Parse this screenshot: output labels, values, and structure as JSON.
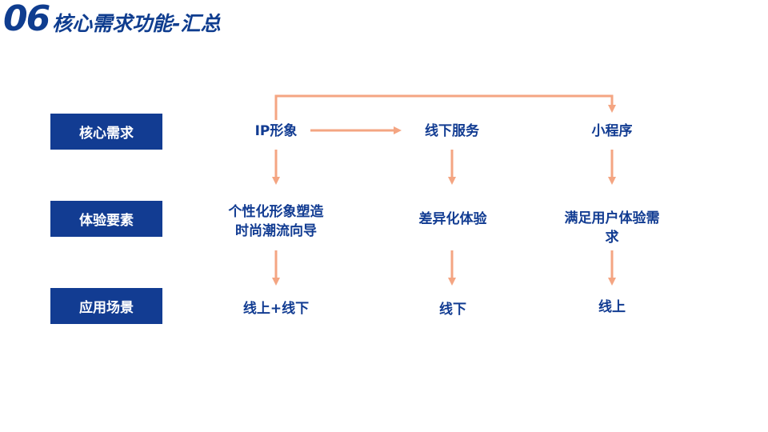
{
  "header": {
    "number": "06",
    "title": "核心需求功能-汇总"
  },
  "rows": [
    {
      "label": "核心需求"
    },
    {
      "label": "体验要素"
    },
    {
      "label": "应用场景"
    }
  ],
  "nodes": {
    "ip_image": "IP形象",
    "offline_service": "线下服务",
    "mini_program": "小程序",
    "personalized_line1": "个性化形象塑造",
    "personalized_line2": "时尚潮流向导",
    "differentiated": "差异化体验",
    "satisfy_line1": "满足用户体验需",
    "satisfy_line2": "求",
    "online_offline": "线上+线下",
    "offline": "线下",
    "online": "线上"
  },
  "colors": {
    "brand_blue": "#123c92",
    "arrow": "#f4a582"
  }
}
